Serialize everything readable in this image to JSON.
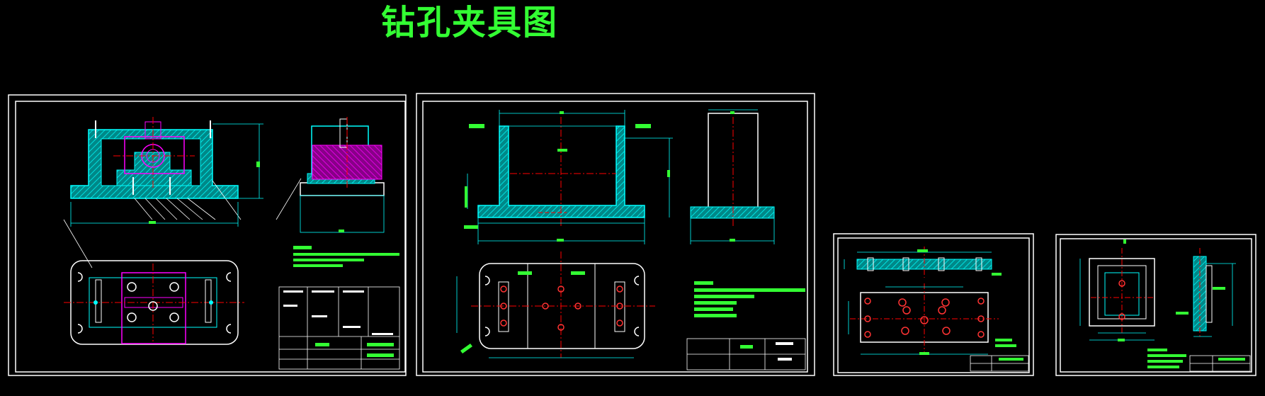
{
  "title": "钻孔夹具图",
  "colors": {
    "background": "#000000",
    "frame": "#ffffff",
    "hatch": "#00ffff",
    "dimension": "#00ffff",
    "centerline": "#ff0000",
    "part": "#ff00ff",
    "annotation": "#33ff33",
    "hole": "#ff3333"
  },
  "sheets": [
    {
      "id": "fixture-assembly"
    },
    {
      "id": "base-part"
    },
    {
      "id": "plate-part"
    },
    {
      "id": "bracket-part"
    }
  ]
}
